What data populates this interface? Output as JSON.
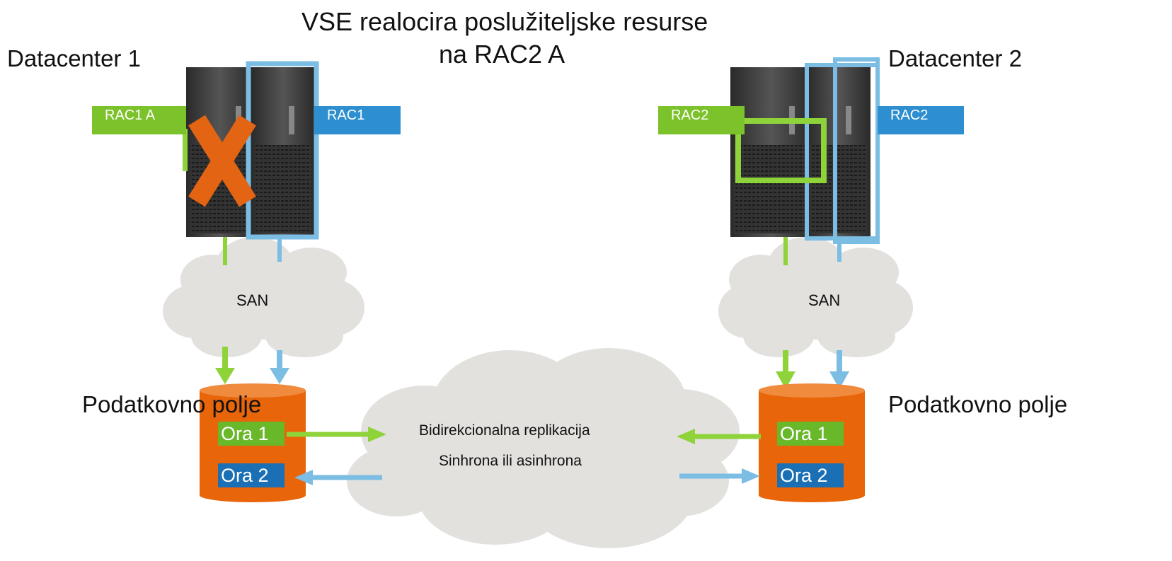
{
  "title": {
    "line1": "VSE realocira poslužiteljske resurse",
    "line2": "na RAC2 A"
  },
  "datacenters": [
    {
      "label": "Datacenter 1",
      "rac_a": "RAC1 A",
      "rac_b": "RAC1",
      "san": "SAN",
      "array_label": "Podatkovno polje",
      "ora1": "Ora 1",
      "ora2": "Ora 2",
      "failed": true
    },
    {
      "label": "Datacenter 2",
      "rac_a": "RAC2",
      "rac_b": "RAC2",
      "san": "SAN",
      "array_label": "Podatkovno polje",
      "ora1": "Ora 1",
      "ora2": "Ora 2",
      "failed": false
    }
  ],
  "replication": {
    "line1": "Bidirekcionalna replikacija",
    "line2": "Sinhrona ili asinhrona"
  },
  "colors": {
    "green": "#8fd33a",
    "blue": "#7bbde3",
    "orange": "#e8650a",
    "cloud": "#e3e1de",
    "server": "#3c3c3c",
    "failure_x": "#e36412"
  }
}
